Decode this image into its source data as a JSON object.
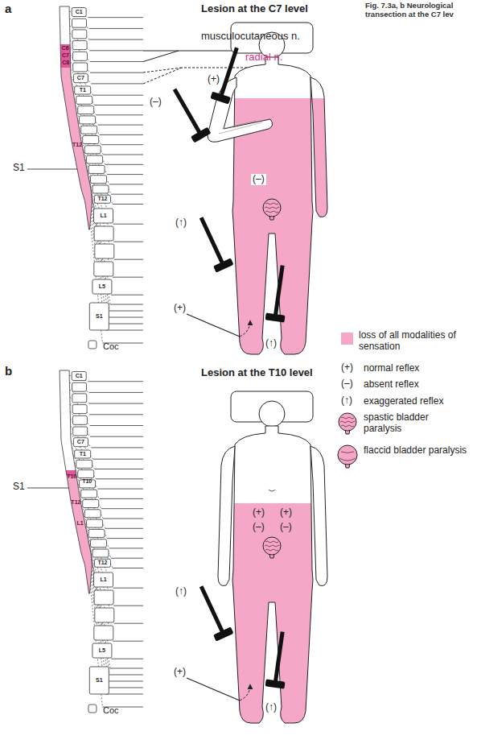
{
  "diagram": {
    "caption": "Fig. 7.3a, b Neurological transection at the C7 lev",
    "labels": [
      "a",
      "Lesion at the C7 level",
      "musculocutaneous n.",
      "radial n.",
      "C1",
      "C6",
      "C7",
      "C8",
      "C7",
      "T1",
      "T12",
      "S1",
      "T12",
      "L1",
      "L5",
      "S1",
      "Coc",
      "(+)",
      "(–)",
      "(–)",
      "(↑)",
      "(+)",
      "(↑)",
      "b",
      "Lesion at the T10 level",
      "C1",
      "C7",
      "T1",
      "T10",
      "T12",
      "L1",
      "S1",
      "T10",
      "T12",
      "L1",
      "L5",
      "S1",
      "Coc",
      "(+)",
      "(+)",
      "(–)",
      "(–)",
      "(↑)",
      "(+)",
      "(↑)",
      "(+)",
      "(–)",
      "(↑)"
    ],
    "legend": [
      {
        "text": "loss of all modalities of sensation",
        "color": "#f4a7c7"
      },
      {
        "text": "normal reflex"
      },
      {
        "text": "absent reflex"
      },
      {
        "text": "exaggerated reflex"
      },
      {
        "text": "spastic bladder paralysis"
      },
      {
        "text": "flaccid bladder paralysis"
      }
    ]
  }
}
